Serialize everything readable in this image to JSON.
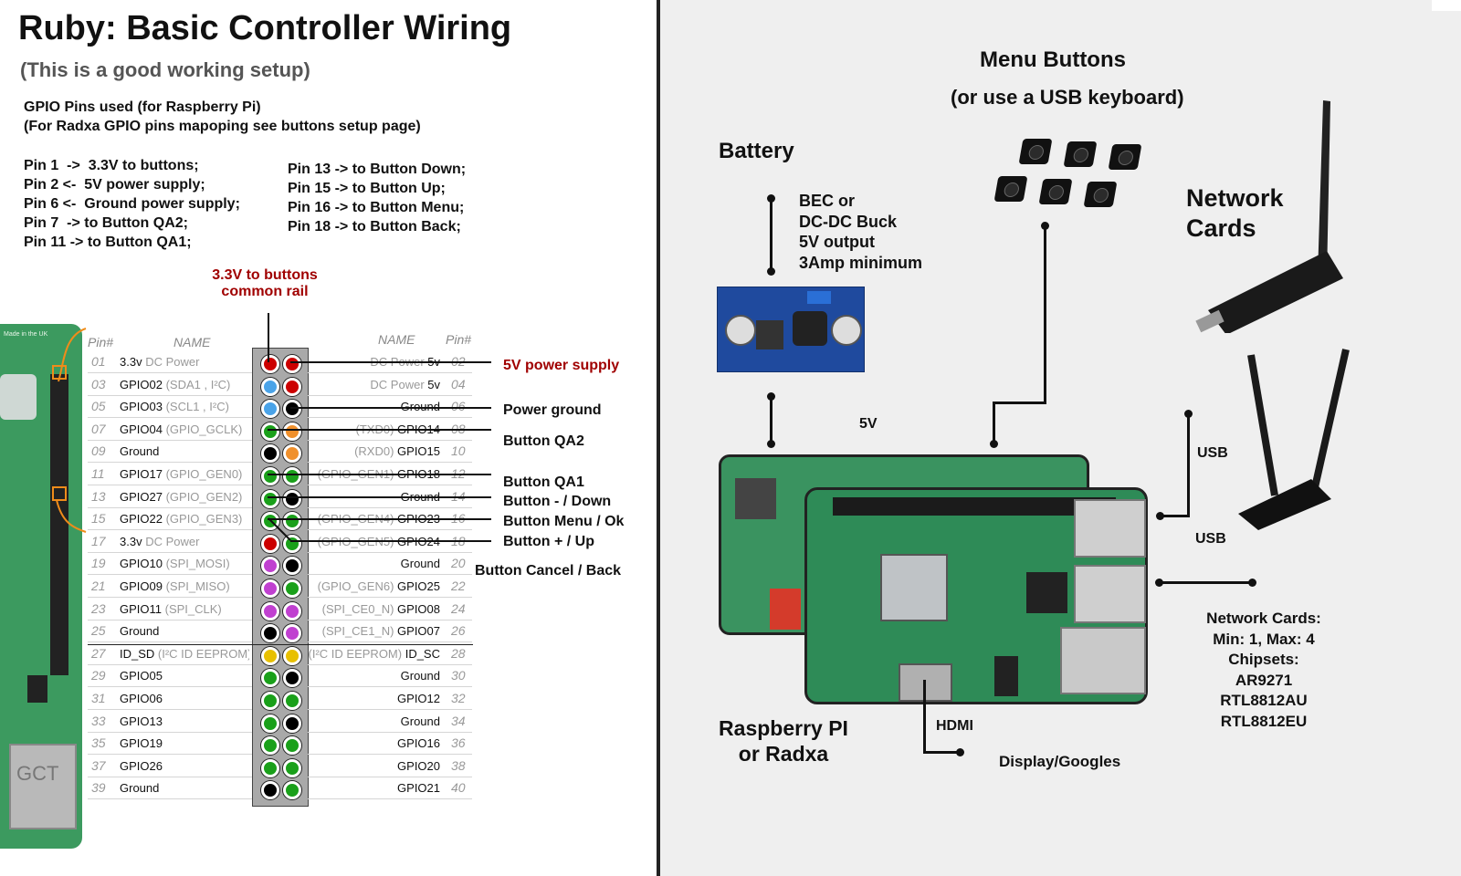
{
  "header": {
    "title": "Ruby:  Basic Controller Wiring",
    "subtitle": "(This is a good working setup)"
  },
  "notes": {
    "gpio_line1": "GPIO Pins used (for Raspberry Pi)",
    "gpio_line2": "(For Radxa GPIO pins mapoping see buttons setup page)"
  },
  "pin_assignments_left": [
    "Pin 1  ->  3.3V to buttons;",
    "Pin 2 <-  5V power supply;",
    "Pin 6 <-  Ground power supply;",
    "Pin 7  -> to Button QA2;",
    "Pin 11 -> to Button QA1;"
  ],
  "pin_assignments_right": [
    "Pin 13 -> to Button Down;",
    "Pin 15 -> to Button Up;",
    "Pin 16 -> to Button Menu;",
    "Pin 18 -> to Button Back;"
  ],
  "rail_label": [
    "3.3V to buttons",
    "common rail"
  ],
  "pinout_header": {
    "pin_left": "Pin#",
    "name_left": "NAME",
    "name_right": "NAME",
    "pin_right": "Pin#"
  },
  "pinout_rows": [
    {
      "ln": "01",
      "lname": "3.3v",
      "lgray": " DC Power",
      "rname": "5v",
      "rgray": "DC Power ",
      "rn": "02",
      "lc": "#cc0000",
      "rc": "#cc0000"
    },
    {
      "ln": "03",
      "lname": "GPIO02",
      "lgray": " (SDA1 , I²C)",
      "rname": "5v",
      "rgray": "DC Power ",
      "rn": "04",
      "lc": "#4aa3e8",
      "rc": "#cc0000"
    },
    {
      "ln": "05",
      "lname": "GPIO03",
      "lgray": " (SCL1 , I²C)",
      "rname": "Ground",
      "rgray": "",
      "rn": "06",
      "lc": "#4aa3e8",
      "rc": "#000000"
    },
    {
      "ln": "07",
      "lname": "GPIO04",
      "lgray": " (GPIO_GCLK)",
      "rname": "GPIO14",
      "rgray": "(TXD0) ",
      "rn": "08",
      "lc": "#1aa01a",
      "rc": "#f0902c"
    },
    {
      "ln": "09",
      "lname": "Ground",
      "lgray": "",
      "rname": "GPIO15",
      "rgray": "(RXD0) ",
      "rn": "10",
      "lc": "#000000",
      "rc": "#f0902c"
    },
    {
      "ln": "11",
      "lname": "GPIO17",
      "lgray": " (GPIO_GEN0)",
      "rname": "GPIO18",
      "rgray": "(GPIO_GEN1) ",
      "rn": "12",
      "lc": "#1aa01a",
      "rc": "#1aa01a"
    },
    {
      "ln": "13",
      "lname": "GPIO27",
      "lgray": " (GPIO_GEN2)",
      "rname": "Ground",
      "rgray": "",
      "rn": "14",
      "lc": "#1aa01a",
      "rc": "#000000"
    },
    {
      "ln": "15",
      "lname": "GPIO22",
      "lgray": " (GPIO_GEN3)",
      "rname": "GPIO23",
      "rgray": "(GPIO_GEN4) ",
      "rn": "16",
      "lc": "#1aa01a",
      "rc": "#1aa01a"
    },
    {
      "ln": "17",
      "lname": "3.3v",
      "lgray": " DC Power",
      "rname": "GPIO24",
      "rgray": "(GPIO_GEN5) ",
      "rn": "18",
      "lc": "#cc0000",
      "rc": "#1aa01a"
    },
    {
      "ln": "19",
      "lname": "GPIO10",
      "lgray": " (SPI_MOSI)",
      "rname": "Ground",
      "rgray": "",
      "rn": "20",
      "lc": "#c040d0",
      "rc": "#000000"
    },
    {
      "ln": "21",
      "lname": "GPIO09",
      "lgray": " (SPI_MISO)",
      "rname": "GPIO25",
      "rgray": "(GPIO_GEN6) ",
      "rn": "22",
      "lc": "#c040d0",
      "rc": "#1aa01a"
    },
    {
      "ln": "23",
      "lname": "GPIO11",
      "lgray": " (SPI_CLK)",
      "rname": "GPIO08",
      "rgray": "(SPI_CE0_N) ",
      "rn": "24",
      "lc": "#c040d0",
      "rc": "#c040d0"
    },
    {
      "ln": "25",
      "lname": "Ground",
      "lgray": "",
      "rname": "GPIO07",
      "rgray": "(SPI_CE1_N) ",
      "rn": "26",
      "lc": "#000000",
      "rc": "#c040d0"
    },
    {
      "ln": "27",
      "lname": "ID_SD",
      "lgray": " (I²C ID EEPROM)",
      "rname": "ID_SC",
      "rgray": "(I²C ID EEPROM) ",
      "rn": "28",
      "lc": "#e8c000",
      "rc": "#e8c000"
    },
    {
      "ln": "29",
      "lname": "GPIO05",
      "lgray": "",
      "rname": "Ground",
      "rgray": "",
      "rn": "30",
      "lc": "#1aa01a",
      "rc": "#000000"
    },
    {
      "ln": "31",
      "lname": "GPIO06",
      "lgray": "",
      "rname": "GPIO12",
      "rgray": "",
      "rn": "32",
      "lc": "#1aa01a",
      "rc": "#1aa01a"
    },
    {
      "ln": "33",
      "lname": "GPIO13",
      "lgray": "",
      "rname": "Ground",
      "rgray": "",
      "rn": "34",
      "lc": "#1aa01a",
      "rc": "#000000"
    },
    {
      "ln": "35",
      "lname": "GPIO19",
      "lgray": "",
      "rname": "GPIO16",
      "rgray": "",
      "rn": "36",
      "lc": "#1aa01a",
      "rc": "#1aa01a"
    },
    {
      "ln": "37",
      "lname": "GPIO26",
      "lgray": "",
      "rname": "GPIO20",
      "rgray": "",
      "rn": "38",
      "lc": "#1aa01a",
      "rc": "#1aa01a"
    },
    {
      "ln": "39",
      "lname": "Ground",
      "lgray": "",
      "rname": "GPIO21",
      "rgray": "",
      "rn": "40",
      "lc": "#000000",
      "rc": "#1aa01a"
    }
  ],
  "wire_labels": {
    "five_v": "5V power supply",
    "power_ground": "Power ground",
    "qa2": "Button QA2",
    "qa1": "Button QA1",
    "down": "Button - / Down",
    "menu": "Button Menu / Ok",
    "up": "Button + / Up",
    "back": "Button Cancel / Back"
  },
  "board_silk": {
    "uk": "Made in the UK",
    "gct": "GCT"
  },
  "right_panel": {
    "menu_title": "Menu Buttons",
    "menu_sub": "(or use a USB keyboard)",
    "battery": "Battery",
    "bec": [
      "BEC or",
      "DC-DC Buck",
      "5V output",
      "3Amp minimum"
    ],
    "network_title": [
      "Network",
      "Cards"
    ],
    "five_v": "5V",
    "usb1": "USB",
    "usb2": "USB",
    "network_info": [
      "Network Cards:",
      "Min: 1, Max: 4",
      "Chipsets:",
      "AR9271",
      "RTL8812AU",
      "RTL8812EU"
    ],
    "rpi": [
      "Raspberry PI",
      "or Radxa"
    ],
    "hdmi": "HDMI",
    "display": "Display/Googles"
  },
  "colors": {
    "red_label": "#a00000",
    "pcb_green": "#2e8b57",
    "divider": "#222222",
    "right_bg": "#efefef"
  }
}
